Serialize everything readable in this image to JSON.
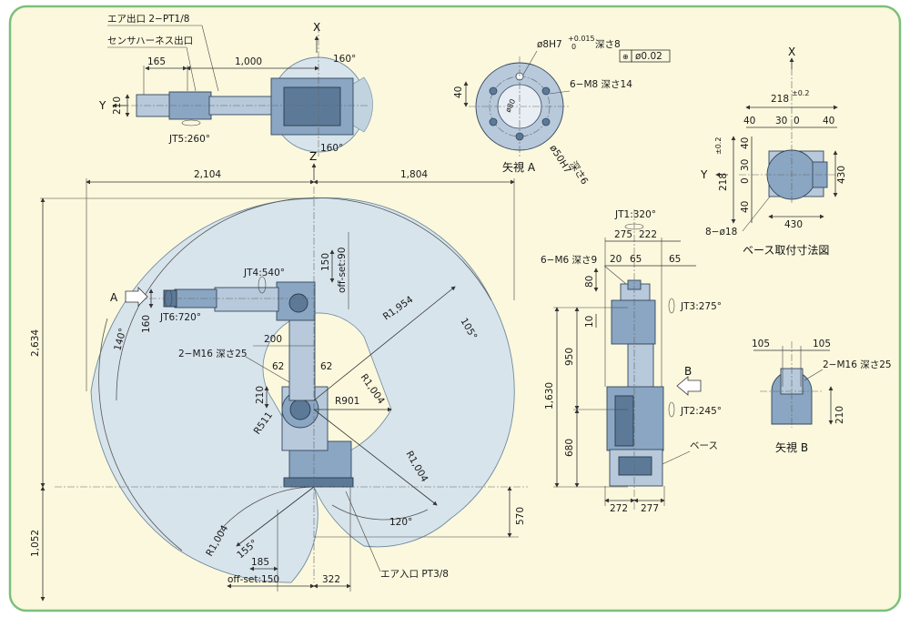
{
  "colors": {
    "background": "#fbf8dd",
    "frame": "#7cc07a",
    "envelope": "#d8e4ec",
    "robot_body": "#8aa6c2",
    "robot_dark": "#5c7a98"
  },
  "top_view": {
    "air_outlet": "エア出口 2−PT1/8",
    "sensor_harness": "センサハーネス出口",
    "dim_165": "165",
    "dim_1000": "1,000",
    "dim_210": "210",
    "jt5": "JT5:260°",
    "angle_top": "160°",
    "angle_bottom": "160°",
    "axis_x": "X",
    "axis_y": "Y"
  },
  "view_a": {
    "title": "矢視 A",
    "hole_spec": "ø8H7",
    "hole_tol_upper": "+0.015",
    "hole_tol_lower": "0",
    "hole_depth": "深さ8",
    "position_tol": "ø0.02",
    "thread": "6−M8  深さ14",
    "dim_40": "40",
    "pcd": "ø80",
    "spigot": "ø50H7",
    "spigot_depth": "深さ6"
  },
  "base_mount": {
    "title": "ベース取付寸法図",
    "axis_x": "X",
    "axis_y": "Y",
    "dim_218_top": "218",
    "tol_top": "±0.2",
    "dim_40_left": "40",
    "dim_30_a": "30",
    "dim_0": "0",
    "dim_40_right": "40",
    "dim_218_left": "218",
    "tol_left": "±0.2",
    "dim_40_v1": "40",
    "dim_30_v": "30",
    "dim_0_v": "0",
    "dim_40_v2": "40",
    "dim_430_right": "430",
    "dim_430_bottom": "430",
    "holes": "8−ø18"
  },
  "side_view": {
    "axis_z": "Z",
    "dim_2104": "2,104",
    "dim_1804": "1,804",
    "dim_2634": "2,634",
    "dim_1052": "1,052",
    "jt4": "JT4:540°",
    "jt6": "JT6:720°",
    "label_a": "A",
    "dim_160": "160",
    "dim_150": "150",
    "offset_90": "off-set:90",
    "angle_140": "140°",
    "dim_200": "200",
    "tap": "2−M16  深さ25",
    "dim_62_l": "62",
    "dim_62_r": "62",
    "dim_210": "210",
    "r_511": "R511",
    "r_901": "R901",
    "r_1004_a": "R1,004",
    "r_1004_b": "R1,004",
    "r_1004_c": "R1,004",
    "r_1954": "R1,954",
    "angle_105": "105°",
    "angle_120": "120°",
    "angle_155": "155°",
    "dim_570": "570",
    "dim_185": "185",
    "offset_150": "off-set:150",
    "dim_322": "322",
    "air_inlet": "エア入口  PT3/8"
  },
  "front_view": {
    "jt1": "JT1:320°",
    "dim_275": "275",
    "dim_222": "222",
    "tap": "6−M6  深さ9",
    "dim_20": "20",
    "dim_65_a": "65",
    "dim_65_b": "65",
    "dim_80": "80",
    "dim_10": "10",
    "jt3": "JT3:275°",
    "dim_1630": "1,630",
    "dim_950": "950",
    "dim_680": "680",
    "label_b": "B",
    "jt2": "JT2:245°",
    "base": "ベース",
    "dim_272": "272",
    "dim_277": "277"
  },
  "view_b": {
    "title": "矢視 B",
    "dim_105_l": "105",
    "dim_105_r": "105",
    "tap": "2−M16  深さ25",
    "dim_210": "210"
  }
}
